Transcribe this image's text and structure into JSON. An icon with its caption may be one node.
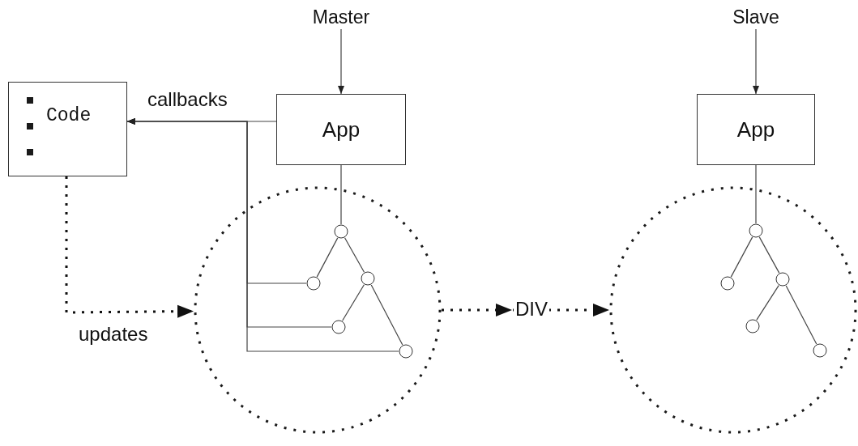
{
  "diagram": {
    "nodes": [
      {
        "text": [
          "Master"
        ]
      },
      {
        "text": [
          "Slave"
        ]
      },
      {
        "text": [
          "App"
        ]
      },
      {
        "text": [
          "App"
        ]
      },
      {
        "text": [
          "Code"
        ]
      },
      {
        "text": [],
        "shape": "circle"
      },
      {
        "text": [],
        "shape": "circle"
      },
      {
        "text": [],
        "shape": "circle",
        "in": 5
      },
      {
        "text": [],
        "shape": "circle",
        "in": 5
      },
      {
        "text": [],
        "shape": "circle",
        "in": 5
      },
      {
        "text": [],
        "shape": "circle",
        "in": 5
      },
      {
        "text": [],
        "shape": "circle",
        "in": 5
      },
      {
        "text": [],
        "shape": "circle",
        "in": 6
      },
      {
        "text": [],
        "shape": "circle",
        "in": 6
      },
      {
        "text": [],
        "shape": "circle",
        "in": 6
      },
      {
        "text": [],
        "shape": "circle",
        "in": 6
      },
      {
        "text": [],
        "shape": "circle",
        "in": 6
      }
    ],
    "edges": [
      {
        "from": 0,
        "to": 2,
        "arrow": "to"
      },
      {
        "from": 1,
        "to": 3,
        "arrow": "to"
      },
      {
        "from": 2,
        "to": 4,
        "arrow": "to",
        "label": "callbacks"
      },
      {
        "from": 8,
        "to": 4,
        "arrow": "to"
      },
      {
        "from": 10,
        "to": 4,
        "arrow": "to"
      },
      {
        "from": 11,
        "to": 4,
        "arrow": "to"
      },
      {
        "from": 2,
        "to": 7,
        "arrow": "none"
      },
      {
        "from": 7,
        "to": 8,
        "arrow": "none"
      },
      {
        "from": 7,
        "to": 9,
        "arrow": "none"
      },
      {
        "from": 9,
        "to": 10,
        "arrow": "none"
      },
      {
        "from": 9,
        "to": 11,
        "arrow": "none"
      },
      {
        "from": 3,
        "to": 12,
        "arrow": "none"
      },
      {
        "from": 12,
        "to": 13,
        "arrow": "none"
      },
      {
        "from": 12,
        "to": 14,
        "arrow": "none"
      },
      {
        "from": 14,
        "to": 15,
        "arrow": "none"
      },
      {
        "from": 14,
        "to": 16,
        "arrow": "none"
      },
      {
        "from": 4,
        "to": 5,
        "arrow": "to",
        "style": "dashed",
        "label": "updates"
      },
      {
        "from": 5,
        "to": 6,
        "arrow": "to",
        "style": "dashed",
        "label": "DIV"
      }
    ]
  }
}
